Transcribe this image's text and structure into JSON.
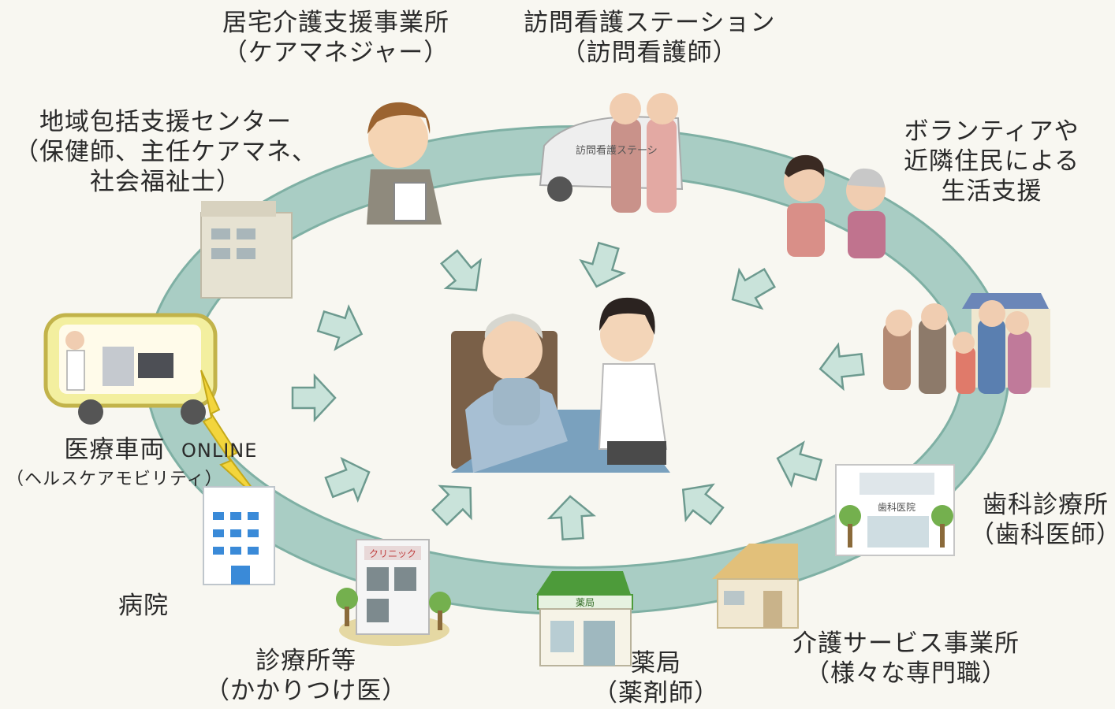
{
  "labels": {
    "kyotaku": {
      "line1": "居宅介護支援事業所",
      "line2": "（ケアマネジャー）"
    },
    "houmon": {
      "line1": "訪問看護ステーション",
      "line2": "（訪問看護師）"
    },
    "chiiki": {
      "line1": "地域包括支援センター",
      "line2": "（保健師、主任ケアマネ、",
      "line3": "社会福祉士）"
    },
    "volunteer": {
      "line1": "ボランティアや",
      "line2": "近隣住民による",
      "line3": "生活支援"
    },
    "iryo_sharyo": {
      "line1": "医療車両",
      "line2": "（ヘルスケアモビリティ）"
    },
    "online": "ONLINE",
    "shika": {
      "line1": "歯科診療所",
      "line2": "（歯科医師）"
    },
    "byoin": "病院",
    "shinryojo": {
      "line1": "診療所等",
      "line2": "（かかりつけ医）"
    },
    "yakkyoku": {
      "line1": "薬局",
      "line2": "（薬剤師）"
    },
    "kaigo": {
      "line1": "介護サービス事業所",
      "line2": "（様々な専門職）"
    }
  },
  "signs": {
    "car": "訪問看護ステーシ",
    "clinic": "クリニック",
    "pharmacy": "薬局",
    "dental": "歯科医院"
  },
  "colors": {
    "ring": "#a9cdc4",
    "ring_edge": "#7fb0a4",
    "arrow": "#c9e3da",
    "arrow_edge": "#6d9a8f",
    "background": "#f8f7f1"
  }
}
